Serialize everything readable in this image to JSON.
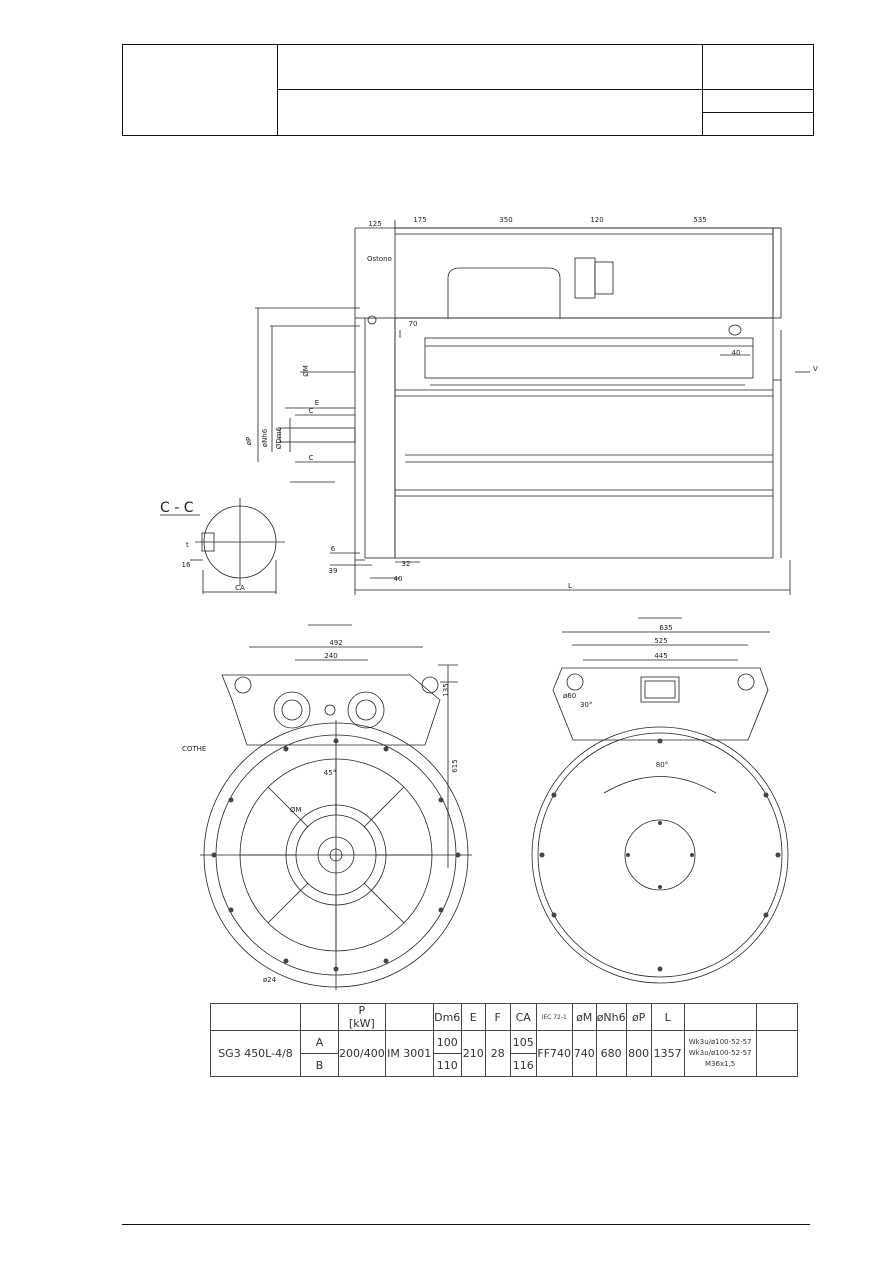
{
  "dimensions": {
    "top": [
      "125",
      "175",
      "350",
      "120",
      "535"
    ],
    "side": [
      "70",
      "40",
      "V",
      "E",
      "C",
      "C",
      "6",
      "39",
      "32",
      "40",
      "L"
    ],
    "vertical": [
      "øP",
      "øNh6",
      "ØDm6",
      "ØM"
    ],
    "section": {
      "title": "C - C",
      "t": "t",
      "w": "16",
      "ca": "CA"
    },
    "front": [
      "492",
      "240",
      "135",
      "615",
      "45°",
      "ØM",
      "ø24"
    ],
    "rear": [
      "635",
      "525",
      "445",
      "ø60",
      "30°",
      "80°"
    ],
    "labels": {
      "ostono": "Ostono",
      "cothe": "COTHE"
    }
  },
  "table": {
    "headers": {
      "p": "P",
      "kw": "[kW]",
      "dm6": "Dm6",
      "e": "E",
      "f": "F",
      "ca": "CA",
      "small": "IEC 72-1",
      "m": "øM",
      "nh6": "øNh6",
      "pp": "øP",
      "l": "L"
    },
    "model": "SG3 450L-4/8",
    "variant_a": "A",
    "variant_b": "B",
    "power": "200/400",
    "mounting": "IM 3001",
    "dm6_a": "100",
    "dm6_b": "110",
    "e": "210",
    "f": "28",
    "ca_a": "105",
    "ca_b": "116",
    "flange": "FF740",
    "m": "740",
    "nh6": "680",
    "pp": "800",
    "l": "1357",
    "rt1": "Wk3u/ø100-52-57",
    "rt2": "Wk3u/ø100-52-57",
    "rt3": "M36x1,5"
  }
}
